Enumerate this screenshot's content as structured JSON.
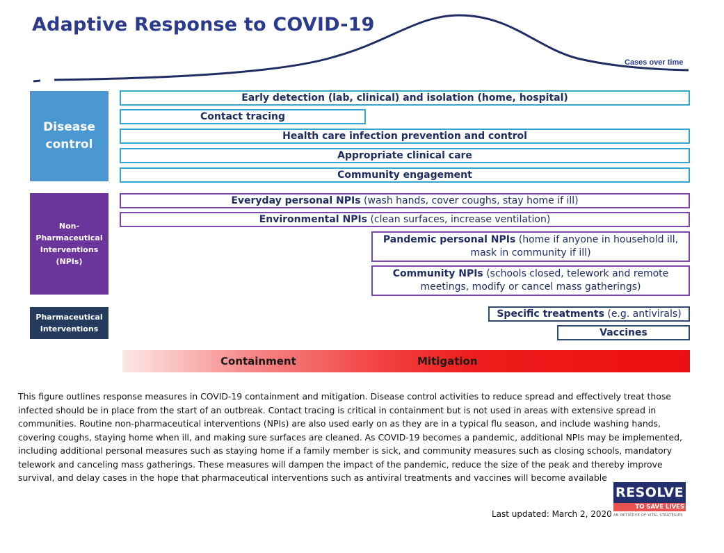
{
  "title": "Adaptive Response to COVID-19",
  "curve_label": "Cases over time",
  "categories": {
    "disease_control": "Disease control",
    "npi": "Non-Pharmaceutical Interventions (NPIs)",
    "pharma": "Pharmaceutical Interventions"
  },
  "disease_bars": {
    "early_detection": "Early detection (lab, clinical) and isolation (home, hospital)",
    "contact_tracing": "Contact tracing",
    "infection_prevention": "Health care infection prevention and control",
    "clinical_care": "Appropriate clinical care",
    "community_engagement": "Community engagement"
  },
  "npi_bars": {
    "everyday_bold": "Everyday personal NPIs",
    "everyday_rest": " (wash hands, cover coughs, stay home if ill)",
    "environmental_bold": "Environmental NPIs",
    "environmental_rest": " (clean surfaces, increase ventilation)",
    "pandemic_bold": "Pandemic personal NPIs",
    "pandemic_rest": " (home if anyone in household ill, mask in community if ill)",
    "community_bold": "Community NPIs",
    "community_rest": " (schools closed, telework and remote meetings, modify or cancel mass gatherings)"
  },
  "pharma_bars": {
    "treatments_bold": "Specific treatments",
    "treatments_rest": " (e.g. antivirals)",
    "vaccines": "Vaccines"
  },
  "phases": {
    "containment": "Containment",
    "mitigation": "Mitigation"
  },
  "description": "This figure outlines response measures in COVID-19 containment and mitigation. Disease control activities to reduce spread and effectively treat those infected should be in place from the start of an outbreak.  Contact tracing is critical in containment but is not used in areas with extensive spread in communities. Routine non-pharmaceutical interventions (NPIs) are also used early on as they are in a typical flu season, and include washing hands, covering coughs, staying home when ill, and making sure surfaces are cleaned. As COVID-19 becomes a pandemic, additional NPIs may be implemented, including additional personal measures such as staying home if a family member is sick, and community measures such as closing schools, mandatory telework and canceling mass gatherings. These measures will dampen the impact of the pandemic, reduce the size of the peak and thereby improve survival, and delay cases in the hope that pharmaceutical interventions such as antiviral treatments and vaccines will become available",
  "last_updated": "Last updated: March 2, 2020",
  "logo": {
    "name": "RESOLVE",
    "sub": "TO SAVE LIVES",
    "tagline": "AN INITIATIVE OF VITAL STRATEGIES"
  },
  "colors": {
    "title": "#2b3a8c",
    "disease": "#4a97d1",
    "npi": "#6c359c",
    "pharma": "#243b5e",
    "mitigation_red": "#ec0f12"
  }
}
